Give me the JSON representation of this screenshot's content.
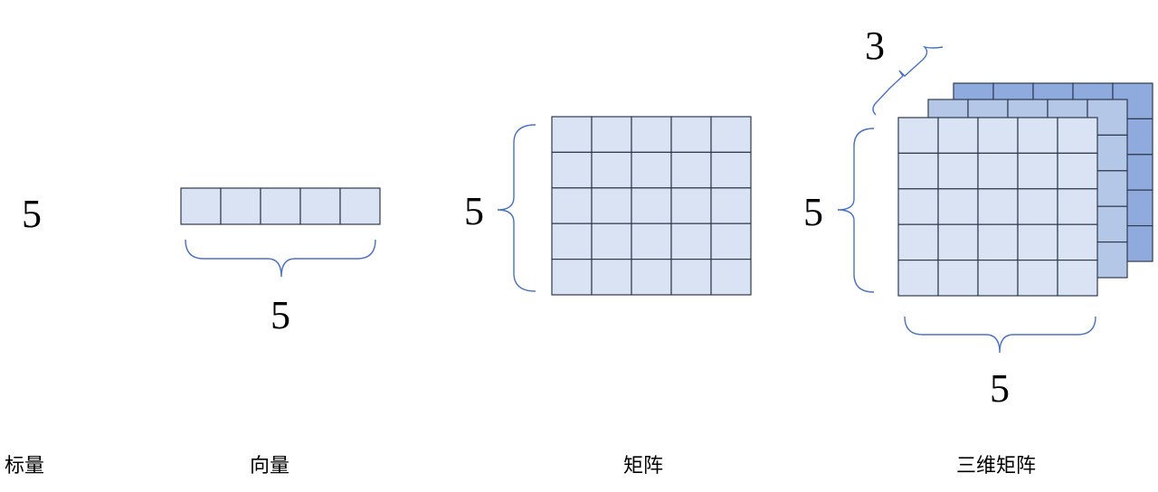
{
  "scalar": {
    "value": "5",
    "caption": "标量"
  },
  "vector": {
    "dimension_label": "5",
    "caption": "向量",
    "columns": 5
  },
  "matrix": {
    "dimension_label": "5",
    "caption": "矩阵",
    "rows": 5,
    "columns": 5
  },
  "tensor3d": {
    "depth_label": "3",
    "row_label": "5",
    "column_label": "5",
    "caption": "三维矩阵",
    "rows": 5,
    "columns": 5,
    "layers": 3
  },
  "colors": {
    "cell_fill": "#dae3f3",
    "layer_middle_fill": "#b4c7e7",
    "layer_back_fill": "#8faadc",
    "grid_stroke": "#2f3a4f",
    "brace_stroke": "#4a72c4"
  }
}
